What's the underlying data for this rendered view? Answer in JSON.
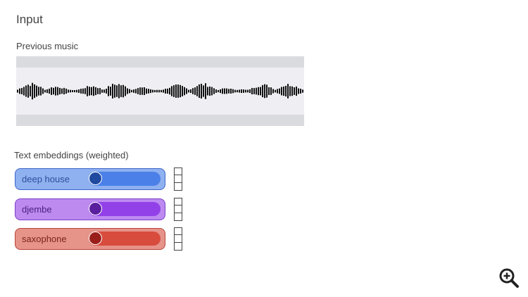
{
  "header": {
    "title": "Input"
  },
  "previous_music": {
    "label": "Previous music"
  },
  "embeddings": {
    "label": "Text embeddings (weighted)",
    "items": [
      {
        "label": "deep house",
        "weight": 0,
        "colors": {
          "bg": "#8fb1f0",
          "border": "#3d64c8",
          "track": "#4a80e8",
          "knob": "#1f4aa0",
          "text": "#2d4f9c"
        }
      },
      {
        "label": "djembe",
        "weight": 0,
        "colors": {
          "bg": "#bd8af0",
          "border": "#7a3ec8",
          "track": "#9240e8",
          "knob": "#5a1f9e",
          "text": "#4a1f80"
        }
      },
      {
        "label": "saxophone",
        "weight": 0,
        "colors": {
          "bg": "#e6948a",
          "border": "#b8443a",
          "track": "#d84c3e",
          "knob": "#9a1f1a",
          "text": "#7a231c"
        }
      }
    ]
  },
  "icons": {
    "zoom": "zoom-in-icon"
  }
}
